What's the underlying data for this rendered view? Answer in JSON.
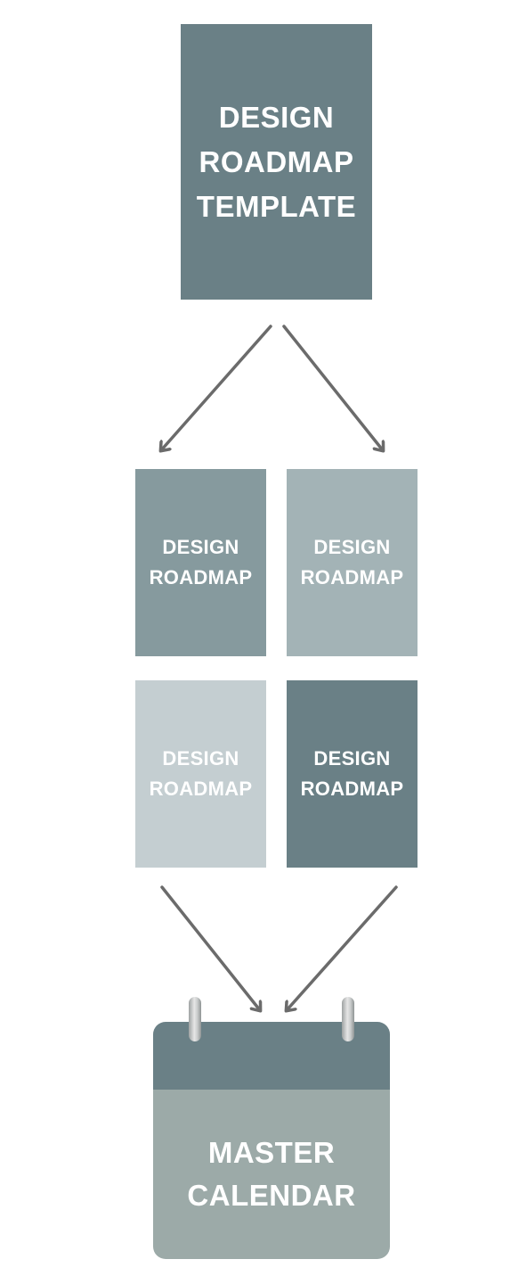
{
  "template_box": {
    "lines": [
      "DESIGN",
      "ROADMAP",
      "TEMPLATE"
    ],
    "color": "#6a8086"
  },
  "roadmaps": [
    {
      "lines": [
        "DESIGN",
        "ROADMAP"
      ],
      "color": "#869a9e"
    },
    {
      "lines": [
        "DESIGN",
        "ROADMAP"
      ],
      "color": "#a3b3b6"
    },
    {
      "lines": [
        "DESIGN",
        "ROADMAP"
      ],
      "color": "#c4ced1"
    },
    {
      "lines": [
        "DESIGN",
        "ROADMAP"
      ],
      "color": "#6a8086"
    }
  ],
  "calendar": {
    "lines": [
      "MASTER",
      "CALENDAR"
    ],
    "header_color": "#6a8086",
    "body_color": "#9caaa8"
  },
  "arrow_color": "#6b6b6b"
}
